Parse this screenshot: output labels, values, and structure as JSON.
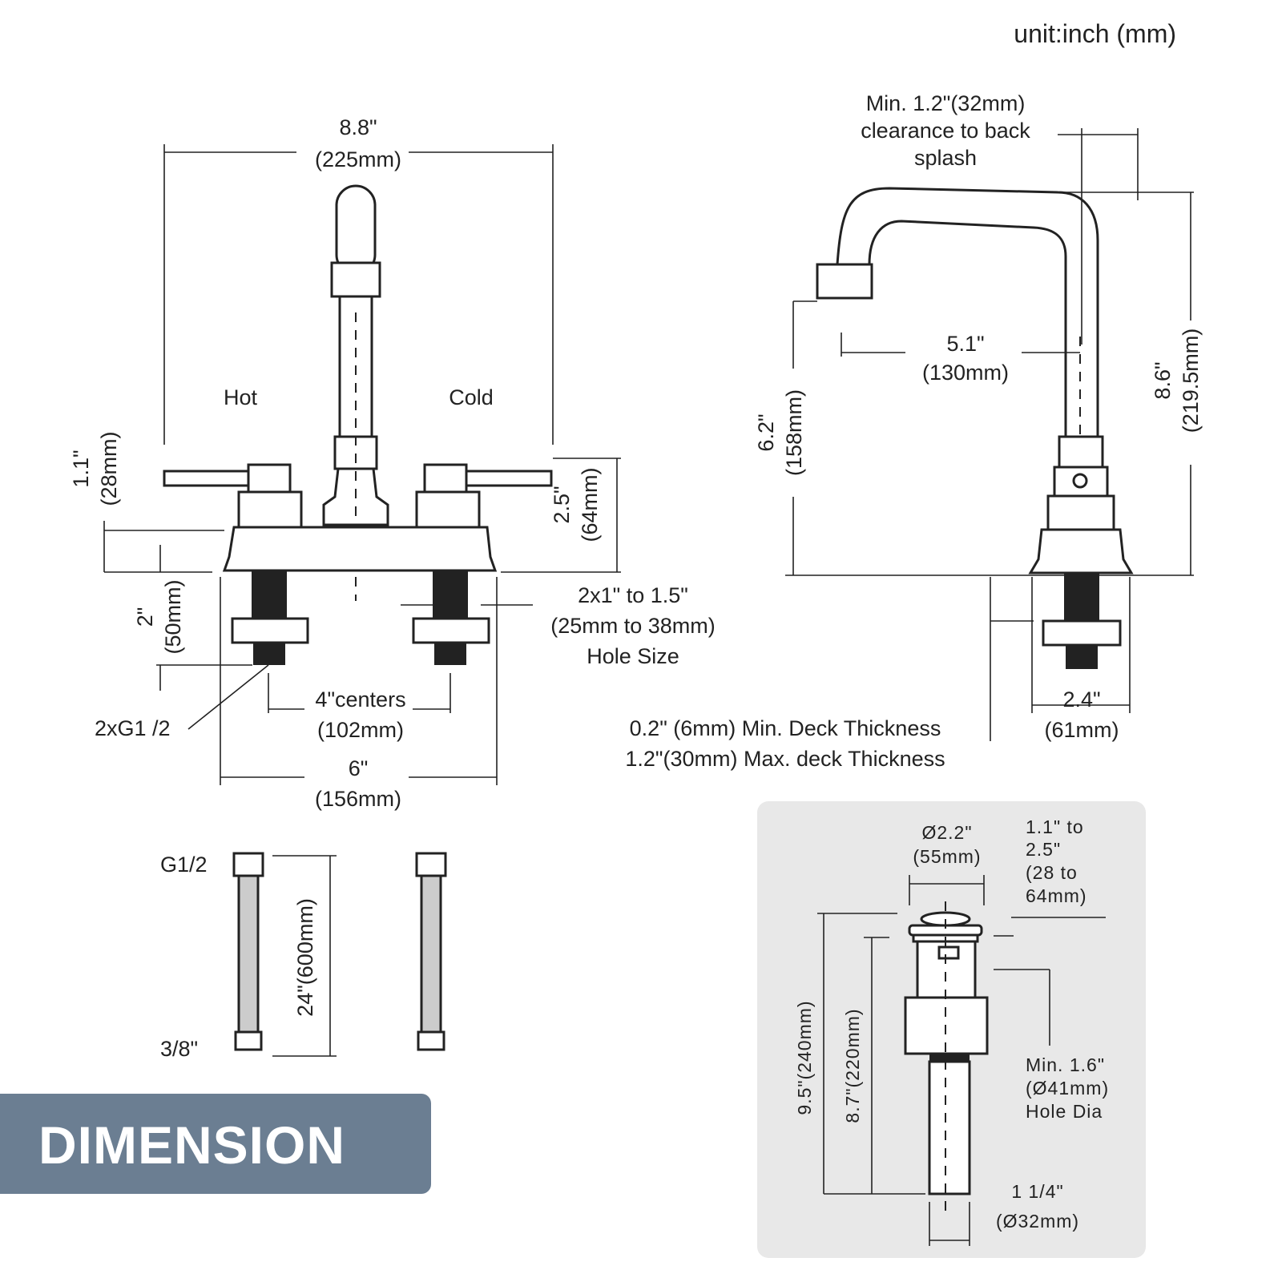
{
  "unit_label": "unit:inch (mm)",
  "badge": "DIMENSION",
  "front_view": {
    "hot": "Hot",
    "cold": "Cold",
    "overall_width": [
      "8.8\"",
      "(225mm)"
    ],
    "handle_height": [
      "1.1\"",
      "(28mm)"
    ],
    "spout_height": [
      "2.5\"",
      "(64mm)"
    ],
    "shank_length": [
      "2\"",
      "(50mm)"
    ],
    "hole_size": [
      "2x1\" to 1.5\"",
      "(25mm to 38mm)",
      "Hole Size"
    ],
    "centers": [
      "4\"centers",
      "(102mm)"
    ],
    "thread": "2xG1 /2",
    "base_width": [
      "6\"",
      "(156mm)"
    ]
  },
  "side_view": {
    "clearance": [
      "Min. 1.2\"(32mm)",
      "clearance to back",
      "splash"
    ],
    "reach": [
      "5.1\"",
      "(130mm)"
    ],
    "spout_clearance": [
      "6.2\"",
      "(158mm)"
    ],
    "total_height": [
      "8.6\"",
      "(219.5mm)"
    ],
    "base_dia": [
      "2.4\"",
      "(61mm)"
    ],
    "deck": [
      "0.2\" (6mm) Min. Deck Thickness",
      "1.2\"(30mm) Max. deck Thickness"
    ]
  },
  "hoses": {
    "top_thread": "G1/2",
    "bottom_thread": "3/8\"",
    "length": "24\"(600mm)"
  },
  "drain": {
    "cap_dia": [
      "Ø2.2\"",
      "(55mm)"
    ],
    "deck_range": [
      "1.1\" to",
      "2.5\"",
      "(28 to",
      "64mm)"
    ],
    "total_height": "9.5\"(240mm)",
    "body_height": "8.7\"(220mm)",
    "hole_dia": [
      "Min. 1.6\"",
      "(Ø41mm)",
      "Hole Dia"
    ],
    "tail_dia": [
      "1 1/4\"",
      "(Ø32mm)"
    ]
  }
}
